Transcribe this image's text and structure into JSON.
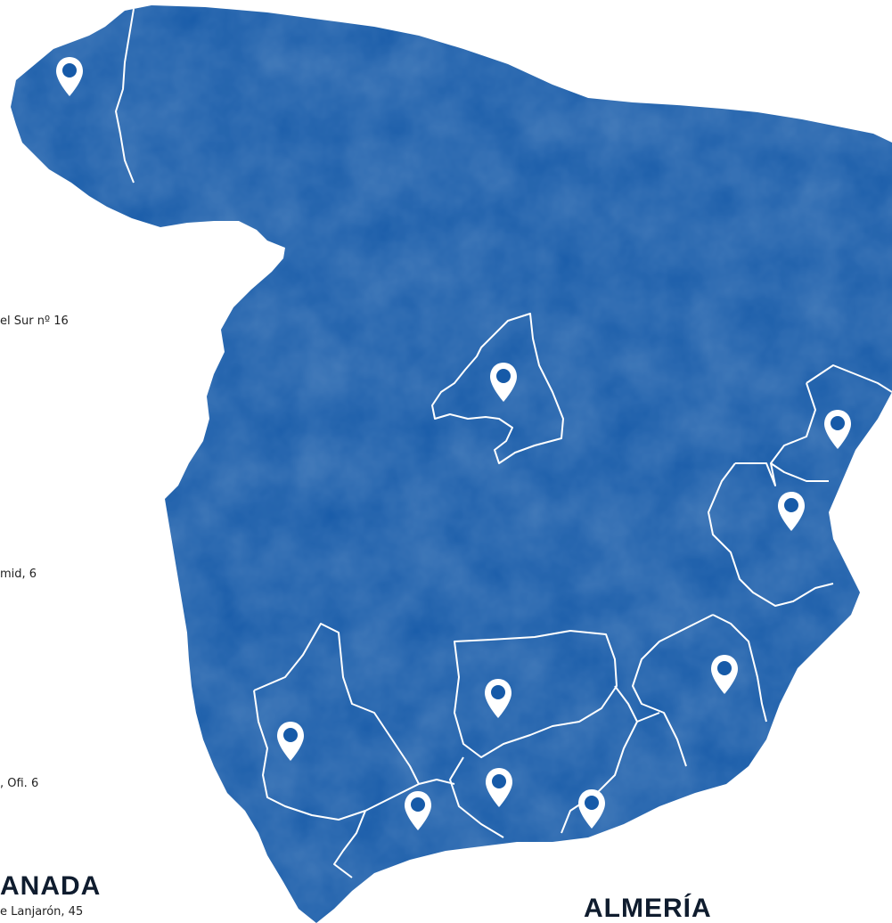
{
  "colors": {
    "land": "#165aa8",
    "land_shade": "#1f66b5",
    "border": "#ffffff",
    "text": "#222222",
    "city_text": "#0f1c2e"
  },
  "addresses": {
    "sur": "el Sur nº 16",
    "mid": "mid, 6",
    "ofi": ", Ofi. 6",
    "lanjaron": "e Lanjarón, 45"
  },
  "cities": {
    "granada": "ANADA",
    "almeria": "ALMERÍA"
  },
  "pins": [
    {
      "id": "galicia",
      "icon": "map-pin-icon"
    },
    {
      "id": "madrid",
      "icon": "map-pin-icon"
    },
    {
      "id": "castellon",
      "icon": "map-pin-icon"
    },
    {
      "id": "valencia",
      "icon": "map-pin-icon"
    },
    {
      "id": "murcia",
      "icon": "map-pin-icon"
    },
    {
      "id": "jaen",
      "icon": "map-pin-icon"
    },
    {
      "id": "sevilla",
      "icon": "map-pin-icon"
    },
    {
      "id": "granada",
      "icon": "map-pin-icon"
    },
    {
      "id": "malaga",
      "icon": "map-pin-icon"
    },
    {
      "id": "almeria",
      "icon": "map-pin-icon"
    }
  ]
}
